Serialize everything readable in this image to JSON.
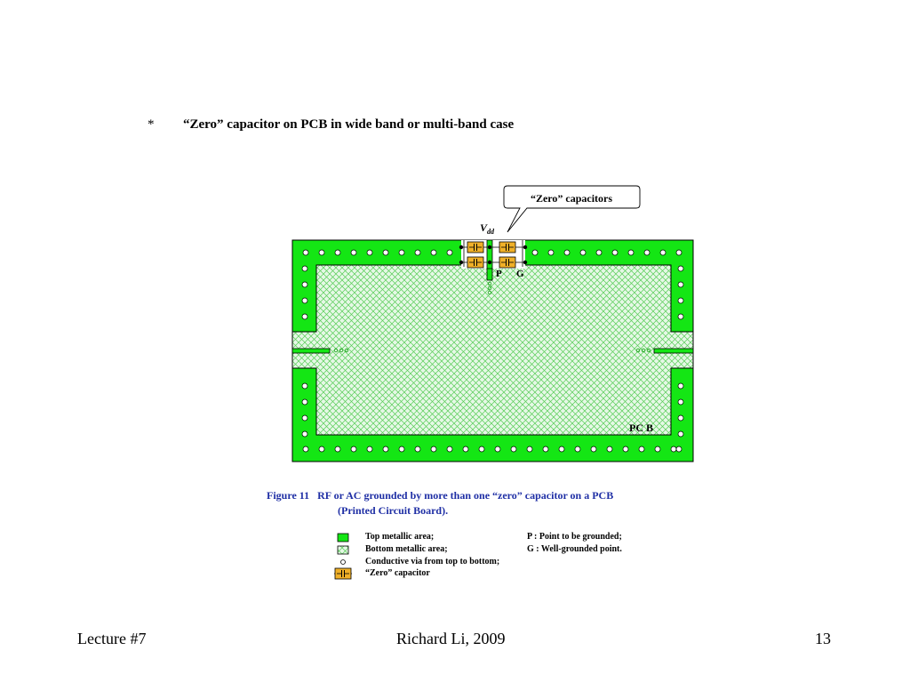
{
  "heading": {
    "bullet": "*",
    "text": "“Zero” capacitor on PCB in wide band or multi-band case"
  },
  "diagram": {
    "callout": "“Zero” capacitors",
    "vdd_main": "V",
    "vdd_sub": "dd",
    "label_p": "P",
    "label_g": "G",
    "board_label": "PC B",
    "colors": {
      "top_metal": "#14e614",
      "bottom_metal_fill": "#e6f8e6",
      "bottom_metal_hatch": "#55cc55",
      "capacitor": "#f0b028",
      "outline": "#000000"
    }
  },
  "caption": {
    "line1": "Figure 11   RF or AC grounded by more than one “zero” capacitor on a PCB",
    "line2": "(Printed Circuit Board)."
  },
  "legend": {
    "top_metal": "Top metallic area;",
    "bottom_metal": "Bottom metallic area;",
    "via": "Conductive via from top to bottom;",
    "capacitor": "“Zero” capacitor",
    "p_def": "P : Point to be grounded;",
    "g_def": "G : Well-grounded point."
  },
  "footer": {
    "left": "Lecture #7",
    "center": "Richard Li, 2009",
    "right": "13"
  }
}
